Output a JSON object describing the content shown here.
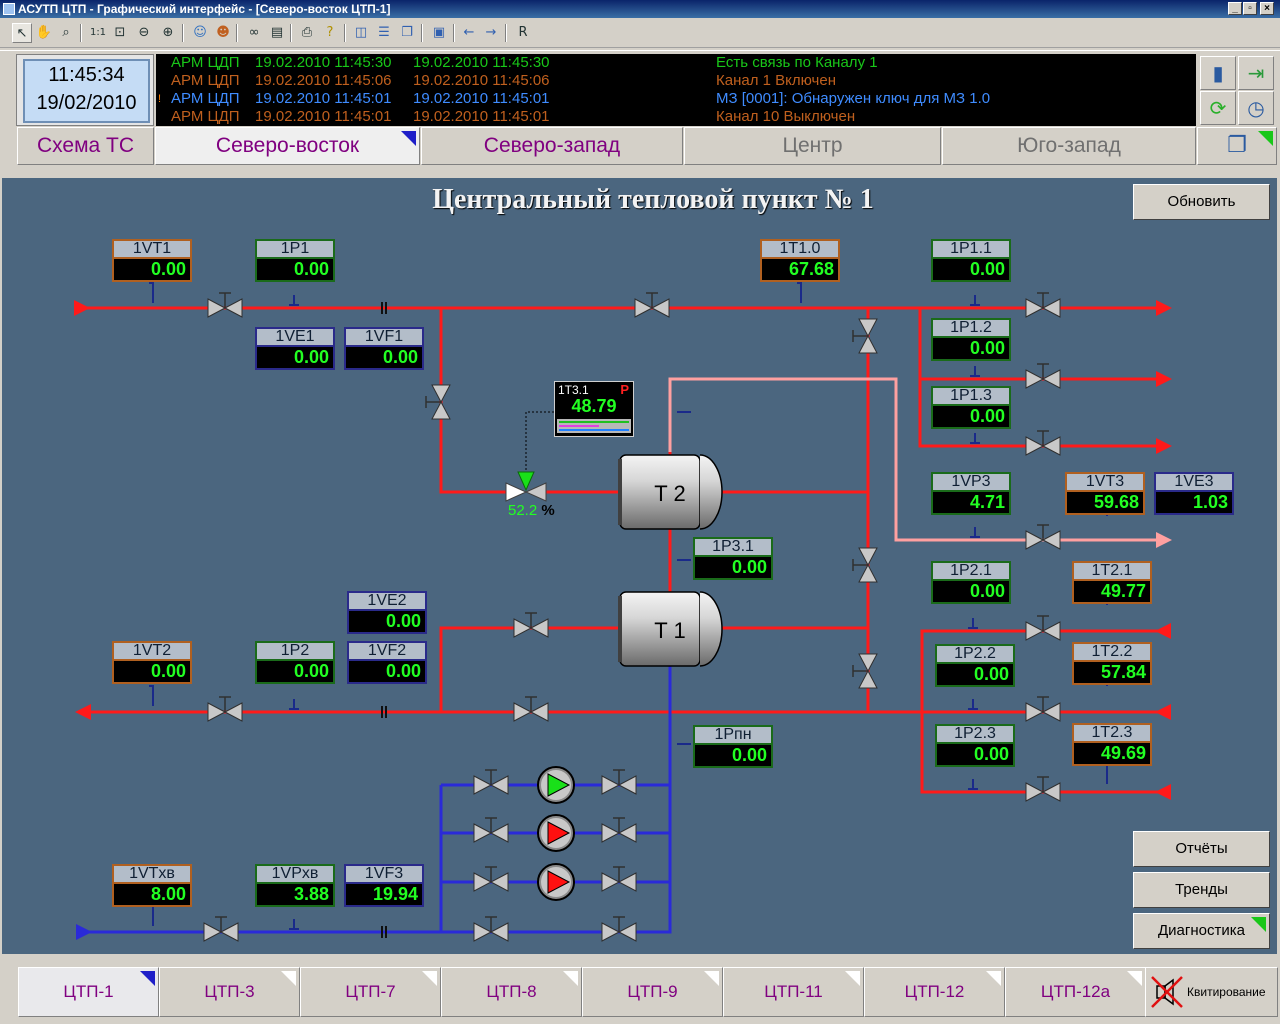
{
  "window": {
    "title": "АСУТП ЦТП - Графический интерфейс - [Северо-восток ЦТП-1]",
    "controls": [
      "_",
      "▫",
      "×"
    ]
  },
  "toolbar": {
    "r_label": "R"
  },
  "clock": {
    "time": "11:45:34",
    "date": "19/02/2010"
  },
  "log": [
    {
      "source": "АРМ ЦДП",
      "t1": "19.02.2010 11:45:30",
      "t2": "19.02.2010 11:45:30",
      "message": "Есть связь по Каналу 1",
      "color": "#19c719",
      "src_color": "#19c719"
    },
    {
      "source": "АРМ ЦДП",
      "t1": "19.02.2010 11:45:06",
      "t2": "19.02.2010 11:45:06",
      "message": "Канал  1 Включен",
      "color": "#c0601e",
      "src_color": "#c0601e"
    },
    {
      "source": "АРМ ЦДП",
      "t1": "19.02.2010 11:45:01",
      "t2": "19.02.2010 11:45:01",
      "message": "МЗ [0001]: Обнаружен ключ для МЗ 1.0",
      "color": "#3f8cff",
      "src_color": "#3f8cff"
    },
    {
      "source": "АРМ ЦДП",
      "t1": "19.02.2010 11:45:01",
      "t2": "19.02.2010 11:45:01",
      "message": "Канал 10 Выключен",
      "color": "#c0601e",
      "src_color": "#c0601e"
    }
  ],
  "nav_tabs": [
    {
      "label": "Схема ТС",
      "state": "normal"
    },
    {
      "label": "Северо-восток",
      "state": "active"
    },
    {
      "label": "Северо-запад",
      "state": "normal"
    },
    {
      "label": "Центр",
      "state": "dim"
    },
    {
      "label": "Юго-запад",
      "state": "dim"
    }
  ],
  "main": {
    "title": "Центральный тепловой пункт № 1",
    "refresh_label": "Обновить",
    "reports_label": "Отчёты",
    "trends_label": "Тренды",
    "diagnostics_label": "Диагностика"
  },
  "tags": {
    "1VT1": {
      "label": "1VT1",
      "value": "0.00"
    },
    "1P1": {
      "label": "1P1",
      "value": "0.00"
    },
    "1VE1": {
      "label": "1VE1",
      "value": "0.00"
    },
    "1VF1": {
      "label": "1VF1",
      "value": "0.00"
    },
    "1T1_0": {
      "label": "1T1.0",
      "value": "67.68"
    },
    "1P1_1": {
      "label": "1P1.1",
      "value": "0.00"
    },
    "1P1_2": {
      "label": "1P1.2",
      "value": "0.00"
    },
    "1P1_3": {
      "label": "1P1.3",
      "value": "0.00"
    },
    "1VP3": {
      "label": "1VP3",
      "value": "4.71"
    },
    "1VT3": {
      "label": "1VT3",
      "value": "59.68"
    },
    "1VE3": {
      "label": "1VE3",
      "value": "1.03"
    },
    "1P3_1": {
      "label": "1P3.1",
      "value": "0.00"
    },
    "1P2_1": {
      "label": "1P2.1",
      "value": "0.00"
    },
    "1T2_1": {
      "label": "1T2.1",
      "value": "49.77"
    },
    "1VE2": {
      "label": "1VE2",
      "value": "0.00"
    },
    "1VT2": {
      "label": "1VT2",
      "value": "0.00"
    },
    "1P2": {
      "label": "1P2",
      "value": "0.00"
    },
    "1VF2": {
      "label": "1VF2",
      "value": "0.00"
    },
    "1P2_2": {
      "label": "1P2.2",
      "value": "0.00"
    },
    "1T2_2": {
      "label": "1T2.2",
      "value": "57.84"
    },
    "1Ppn": {
      "label": "1Рпн",
      "value": "0.00"
    },
    "1P2_3": {
      "label": "1P2.3",
      "value": "0.00"
    },
    "1T2_3": {
      "label": "1T2.3",
      "value": "49.69"
    },
    "1VTxv": {
      "label": "1VTхв",
      "value": "8.00"
    },
    "1VPxv": {
      "label": "1VPхв",
      "value": "3.88"
    },
    "1VF3": {
      "label": "1VF3",
      "value": "19.94"
    }
  },
  "t31": {
    "label": "1T3.1",
    "flag": "P",
    "value": "48.79"
  },
  "control_valve": {
    "value": "52.2",
    "unit": "%"
  },
  "exchangers": {
    "t2": "T 2",
    "t1": "T 1"
  },
  "bottom_tabs": [
    "ЦТП-1",
    "ЦТП-3",
    "ЦТП-7",
    "ЦТП-8",
    "ЦТП-9",
    "ЦТП-11",
    "ЦТП-12",
    "ЦТП-12а"
  ],
  "ack_label": "Квитирование",
  "colors": {
    "supply": "#ff1a1a",
    "return_hot": "#ffa0a0",
    "cold": "#2a2ad8",
    "pump_on": "#19e019",
    "pump_off": "#ff1010",
    "panel_bg": "#4b667f"
  }
}
